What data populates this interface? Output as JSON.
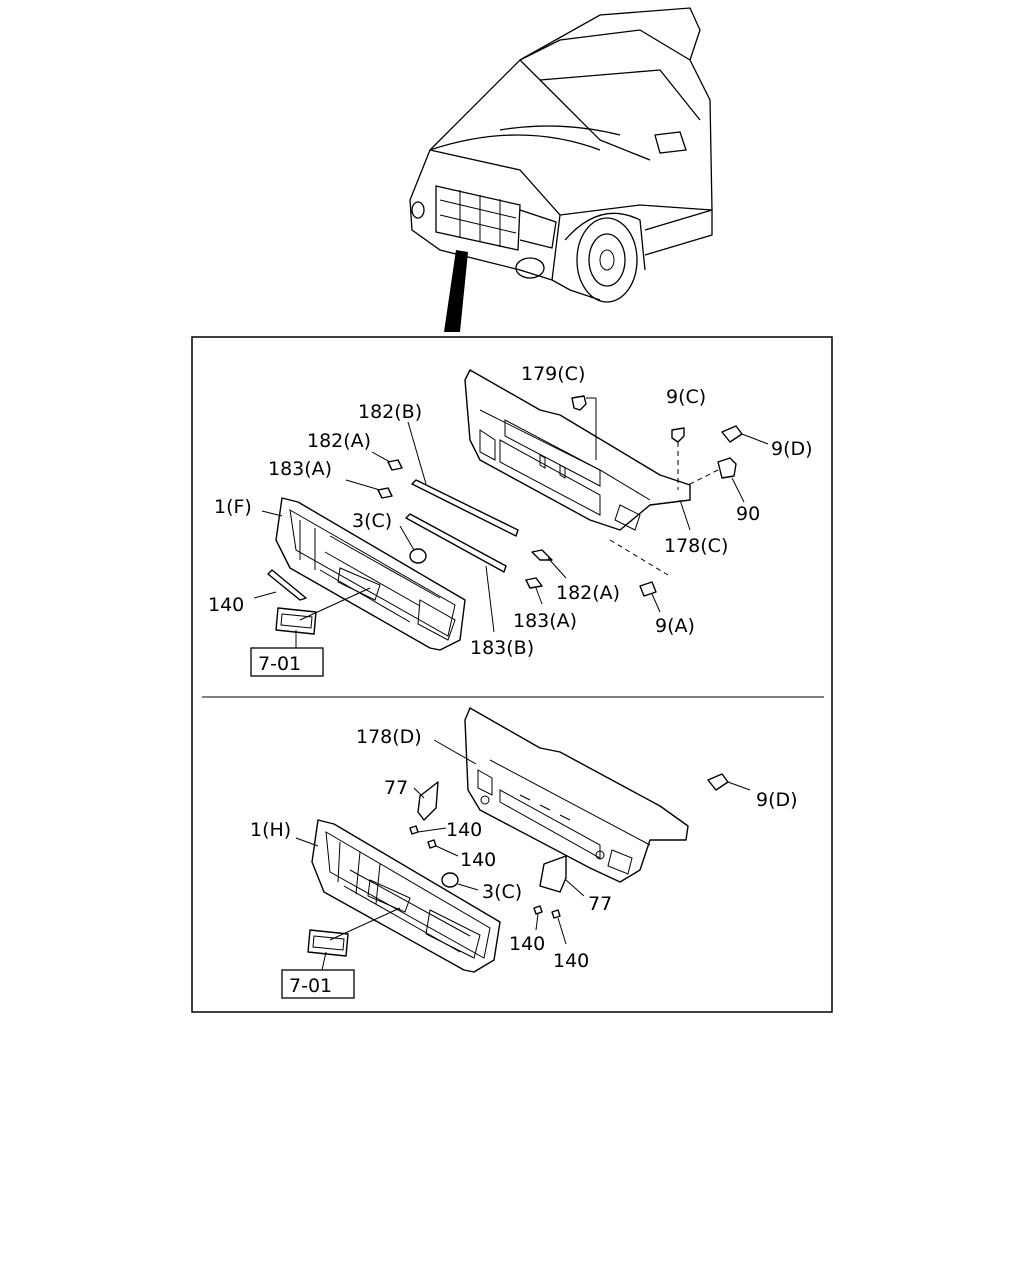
{
  "labels": {
    "p179c": "179(C)",
    "p9c": "9(C)",
    "p182b": "182(B)",
    "p182a_top": "182(A)",
    "p9d_top": "9(D)",
    "p183a_top": "183(A)",
    "p90": "90",
    "p1f": "1(F)",
    "p3c_top": "3(C)",
    "p178c": "178(C)",
    "p182a_mid": "182(A)",
    "p140_top": "140",
    "p183a_mid": "183(A)",
    "p9a": "9(A)",
    "p183b": "183(B)",
    "ref_top": "7-01",
    "p178d": "178(D)",
    "p77_top": "77",
    "p9d_bot": "9(D)",
    "p1h": "1(H)",
    "p140_a": "140",
    "p140_b": "140",
    "p3c_bot": "3(C)",
    "p77_bot": "77",
    "p140_c": "140",
    "p140_d": "140",
    "ref_bot": "7-01"
  }
}
